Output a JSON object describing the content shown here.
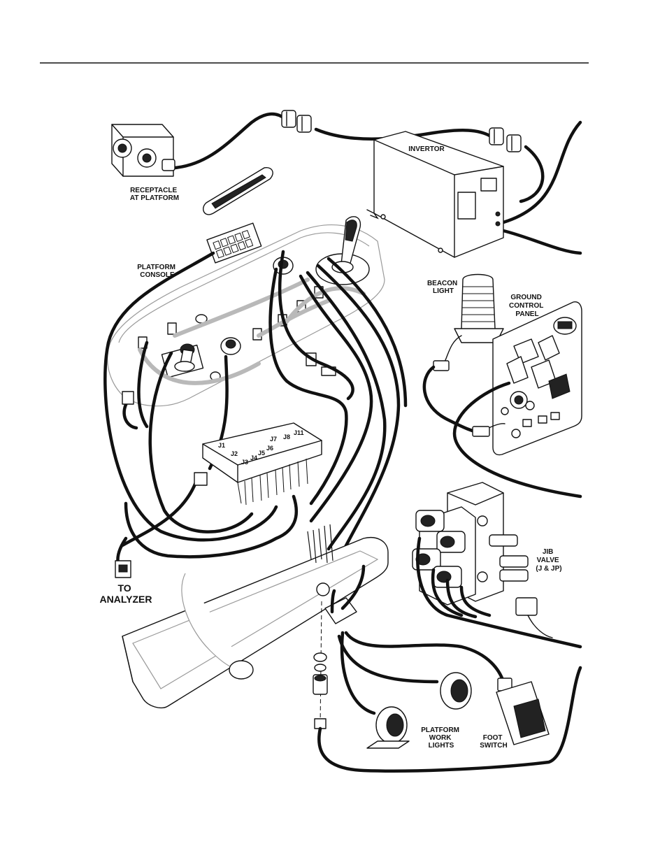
{
  "labels": {
    "receptacle": [
      "RECEPTACLE",
      "AT PLATFORM"
    ],
    "invertor": "INVERTOR",
    "platform_console": [
      "PLATFORM",
      "CONSOLE"
    ],
    "beacon_light": [
      "BEACON",
      "LIGHT"
    ],
    "ground_control_panel": [
      "GROUND",
      "CONTROL",
      "PANEL"
    ],
    "to_analyzer": [
      "TO",
      "ANALYZER"
    ],
    "jib_valve": [
      "JIB",
      "VALVE",
      "(J & JP)"
    ],
    "platform_work_lights": [
      "PLATFORM",
      "WORK",
      "LIGHTS"
    ],
    "foot_switch": [
      "FOOT",
      "SWITCH"
    ]
  },
  "connectors": [
    "J1",
    "J2",
    "J3",
    "J4",
    "J5",
    "J6",
    "J7",
    "J8",
    "J11"
  ]
}
